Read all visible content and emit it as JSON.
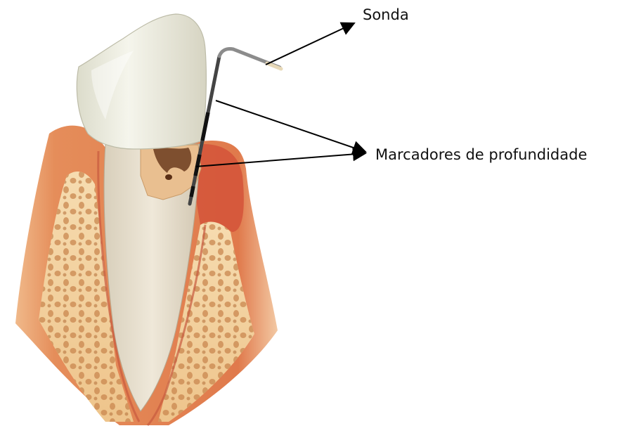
{
  "labels": {
    "probe": "Sonda",
    "depth_markers": "Marcadores de profundidade"
  },
  "colors": {
    "background": "#ffffff",
    "gum_outer": "#e58d5a",
    "gum_inner": "#d65a3a",
    "bone": "#f2cf9a",
    "bone_pores": "#c9864e",
    "tooth_crown": "#ececdf",
    "tooth_root": "#e4dccb",
    "tartar": "#e7b98a",
    "decay": "#6b3b1e",
    "probe": "#3a3a3a",
    "arrow": "#000000"
  },
  "icons": {
    "subject": "tooth-with-periodontal-probe"
  }
}
